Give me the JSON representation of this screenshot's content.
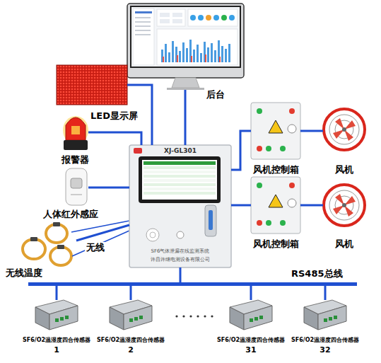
{
  "diagram": {
    "nodes": [
      {
        "text": [
          "后台"
        ]
      },
      {
        "text": [
          "LED显示屏"
        ]
      },
      {
        "text": [
          "报警器"
        ]
      },
      {
        "text": [
          "人体红外感应"
        ]
      },
      {
        "text": [
          "无线温度"
        ]
      },
      {
        "text": [
          "XJ-GL301",
          "SF6气体泄漏在线监测系统",
          "许昌许继电测设备有限公司"
        ]
      },
      {
        "text": [
          "风机控制箱"
        ]
      },
      {
        "text": [
          "风机"
        ]
      },
      {
        "text": [
          "风机控制箱"
        ]
      },
      {
        "text": [
          "风机"
        ]
      },
      {
        "text": [
          "RS485总线"
        ]
      },
      {
        "text": [
          "SF6/O2温湿度四合传感器",
          "1"
        ]
      },
      {
        "text": [
          "SF6/O2温湿度四合传感器",
          "2"
        ]
      },
      {
        "text": [
          "SF6/O2温湿度四合传感器",
          "31"
        ]
      },
      {
        "text": [
          "SF6/O2温湿度四合传感器",
          "32"
        ]
      }
    ],
    "edges": [
      {
        "from": 0,
        "to": 5,
        "arrow": "none"
      },
      {
        "from": 1,
        "to": 5,
        "arrow": "none"
      },
      {
        "from": 2,
        "to": 5,
        "arrow": "none"
      },
      {
        "from": 3,
        "to": 5,
        "arrow": "none"
      },
      {
        "from": 4,
        "to": 5,
        "label": "无线",
        "arrow": "none"
      },
      {
        "from": 5,
        "to": 6,
        "arrow": "none"
      },
      {
        "from": 6,
        "to": 7,
        "arrow": "none"
      },
      {
        "from": 5,
        "to": 8,
        "arrow": "none"
      },
      {
        "from": 8,
        "to": 9,
        "arrow": "none"
      },
      {
        "from": 5,
        "to": 10,
        "arrow": "none"
      },
      {
        "from": 10,
        "to": 11,
        "arrow": "none"
      },
      {
        "from": 10,
        "to": 12,
        "arrow": "none"
      },
      {
        "from": 10,
        "to": 13,
        "arrow": "none"
      },
      {
        "from": 10,
        "to": 14,
        "arrow": "none"
      }
    ]
  }
}
